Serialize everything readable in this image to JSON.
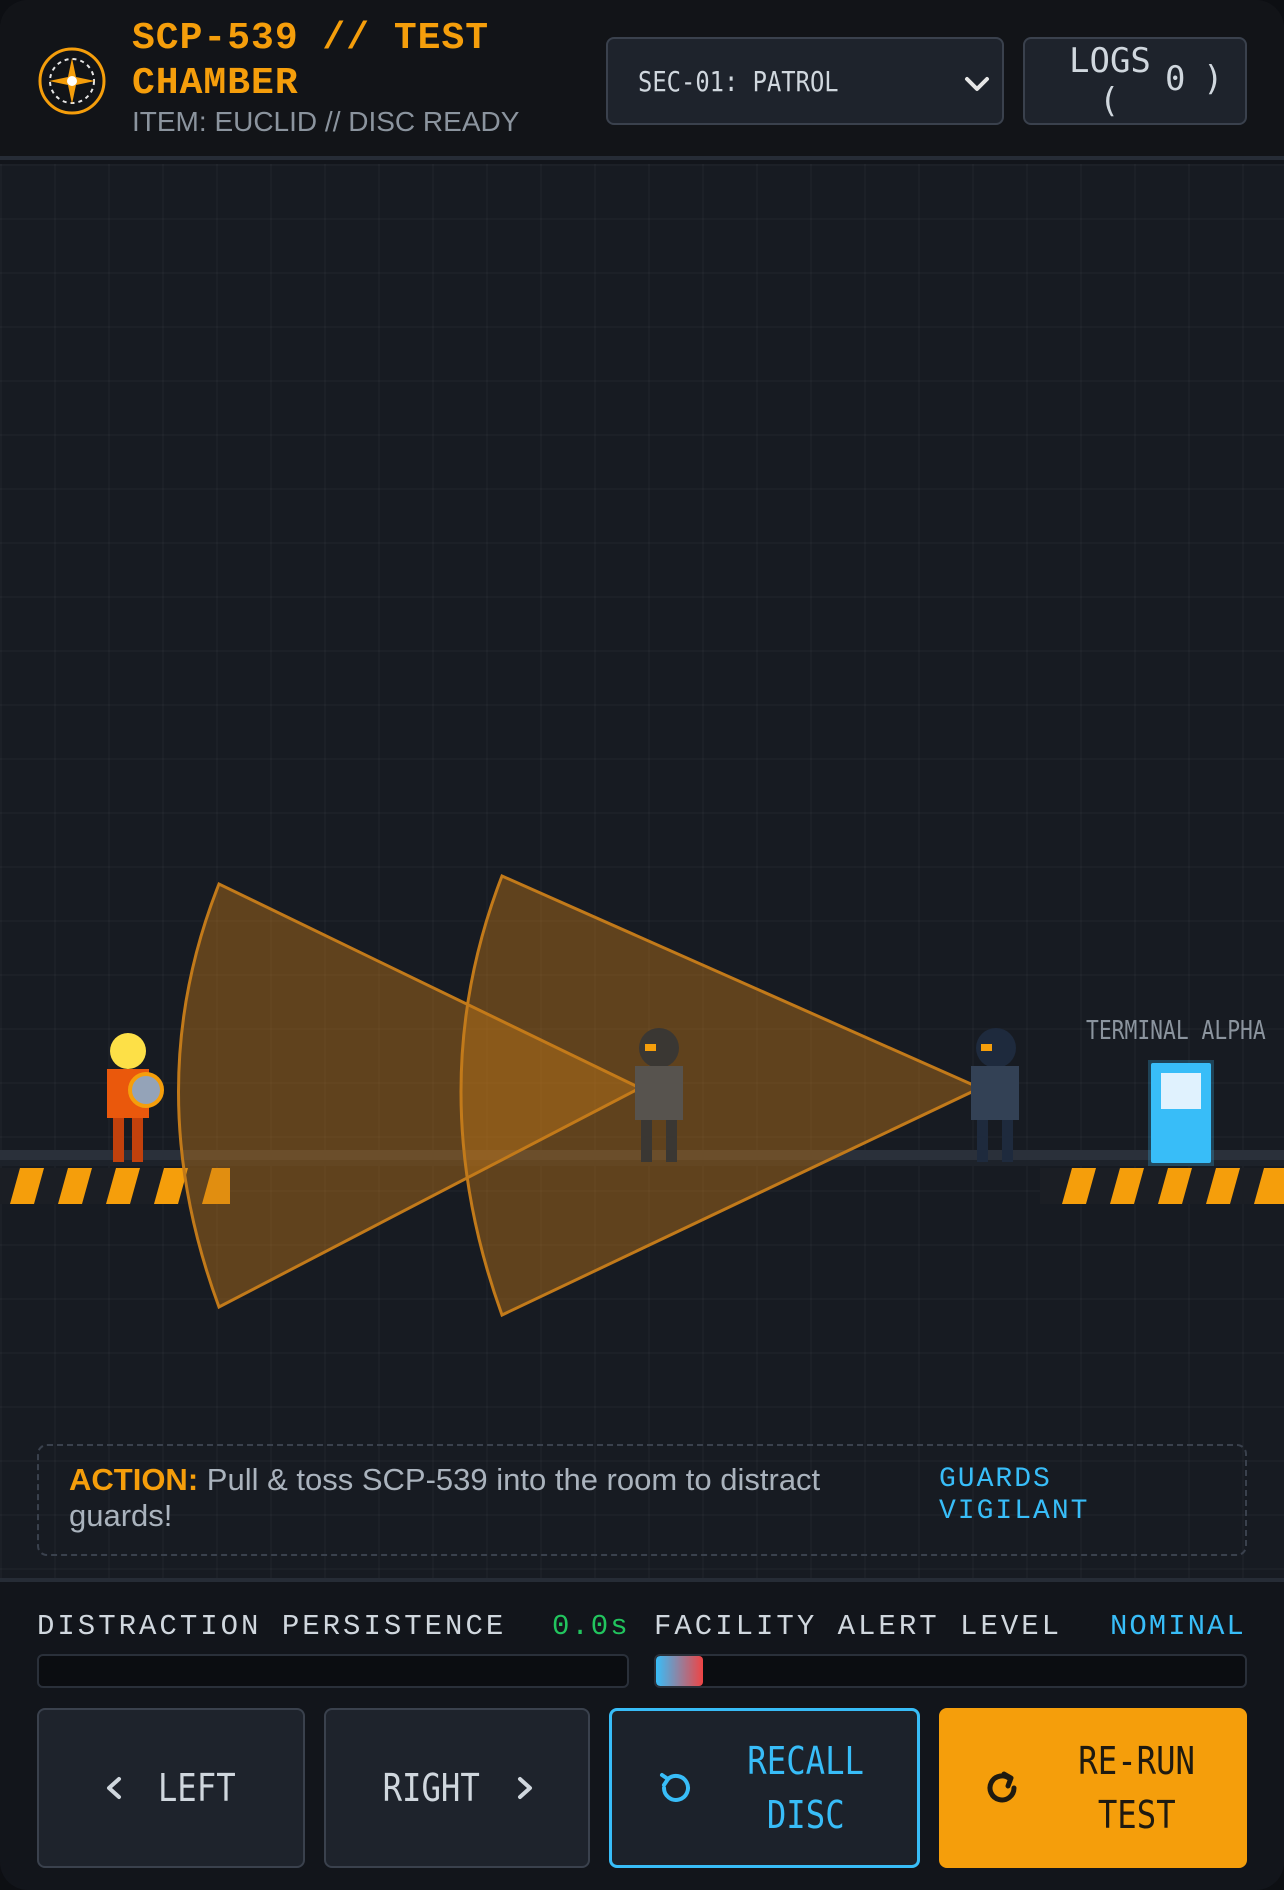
{
  "header": {
    "title": "SCP-539 // TEST CHAMBER",
    "subtitle": "ITEM: EUCLID // DISC READY",
    "logo_icon": "crosshair-compass-icon",
    "sector_select": {
      "selected": "SEC-01: PATROL",
      "icon": "chevron-down-icon"
    },
    "logs_button": {
      "label": "LOGS",
      "open_paren": "(",
      "count": "0",
      "close_paren": ")"
    }
  },
  "stage": {
    "terminal_label": "TERMINAL ALPHA",
    "action_prefix": "ACTION:",
    "action_text": "Pull & toss SCP-539 into the room to distract guards!",
    "guards_status": "GUARDS VIGILANT"
  },
  "meters": {
    "distraction": {
      "label": "DISTRACTION PERSISTENCE",
      "value": "0.0s",
      "fraction": 0
    },
    "alert": {
      "label": "FACILITY ALERT LEVEL",
      "value": "NOMINAL",
      "fraction": 0.08
    }
  },
  "controls": {
    "left": {
      "label": "LEFT",
      "icon": "chevron-left-icon"
    },
    "right": {
      "label": "RIGHT",
      "icon": "chevron-right-icon"
    },
    "recall": {
      "line1": "RECALL",
      "line2": "DISC",
      "icon": "undo-icon"
    },
    "rerun": {
      "line1": "RE-RUN",
      "line2": "TEST",
      "icon": "refresh-icon"
    }
  },
  "colors": {
    "accent": "#f59e0b",
    "info": "#38bdf8",
    "success": "#22c55e",
    "danger": "#ef4444",
    "background": "#171b22"
  }
}
